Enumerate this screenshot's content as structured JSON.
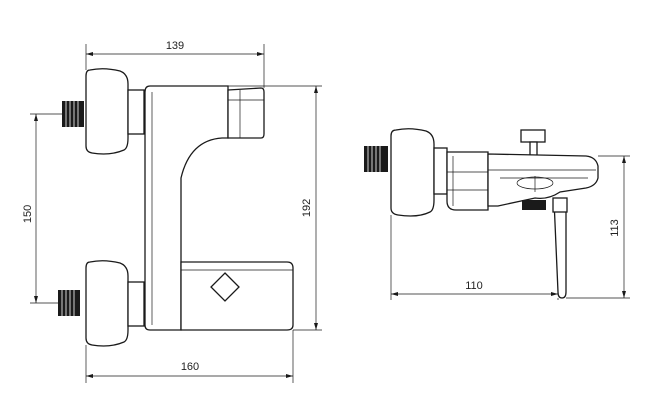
{
  "dimensions": {
    "front_view": {
      "top_width": "139",
      "bottom_width": "160",
      "height": "192",
      "inlet_spacing": "150"
    },
    "side_view": {
      "depth": "110",
      "height": "113"
    }
  },
  "colors": {
    "line": "#1a1a1a",
    "background": "#ffffff"
  }
}
